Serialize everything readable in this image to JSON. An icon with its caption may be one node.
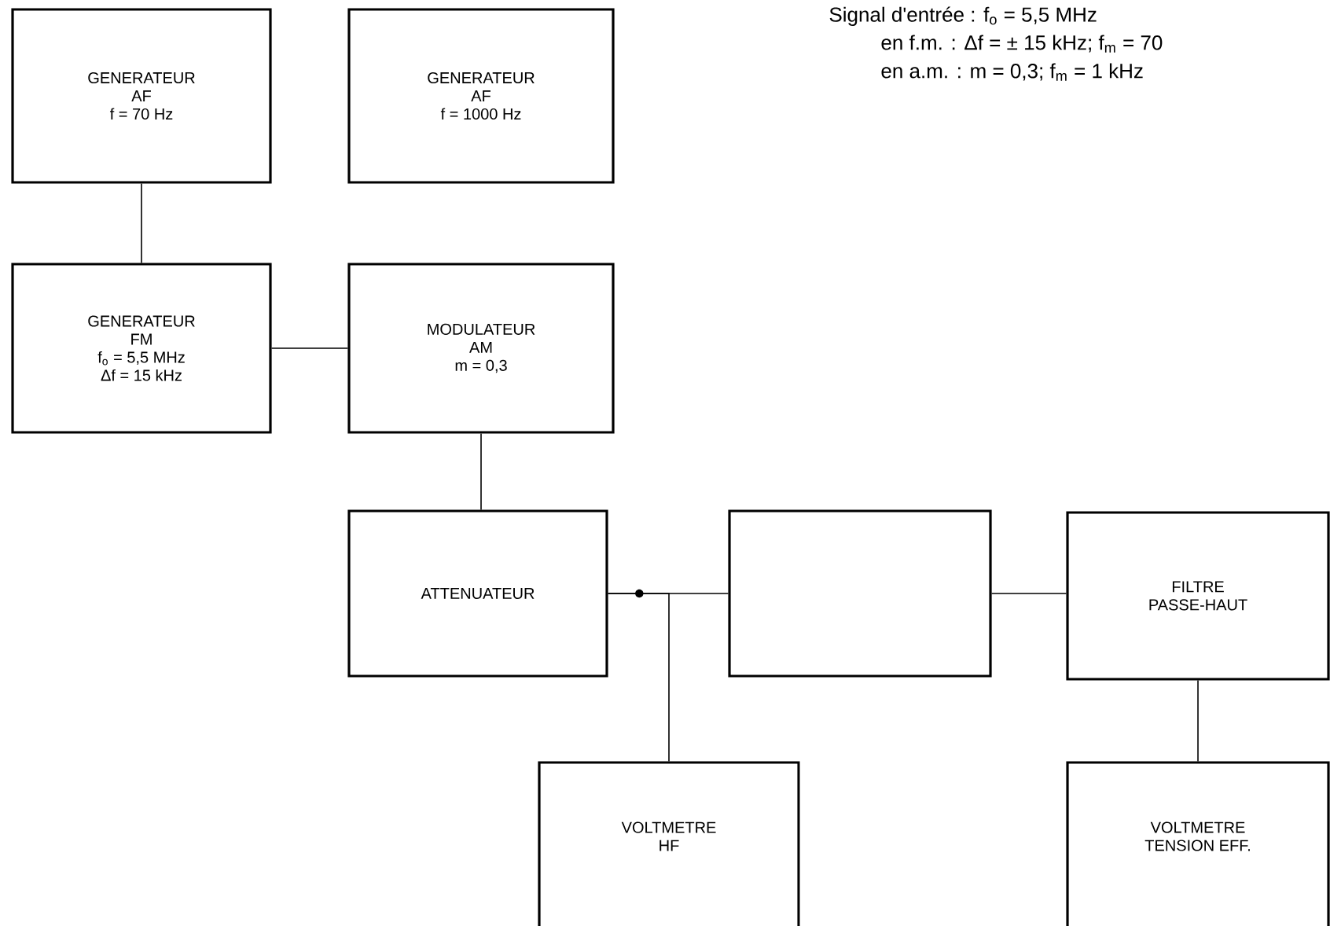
{
  "diagram": {
    "nodes": [
      {
        "text": [
          "GENERATEUR",
          "AF",
          "f = 70 Hz"
        ]
      },
      {
        "text": [
          "GENERATEUR",
          "AF",
          "f = 1000 Hz"
        ]
      },
      {
        "text": [
          "GENERATEUR",
          "FM",
          "f$_{o}$ = 5,5 MHz",
          "Δf = 15 kHz"
        ]
      },
      {
        "text": [
          "MODULATEUR",
          "AM",
          "m = 0,3"
        ]
      },
      {
        "text": [
          "ATTENUATEUR"
        ]
      },
      {
        "text": [],
        "shape": "box"
      },
      {
        "text": [
          "FILTRE",
          "PASSE-HAUT"
        ]
      },
      {
        "text": [
          "VOLTMETRE",
          "HF"
        ]
      },
      {
        "text": [
          "VOLTMETRE",
          "TENSION EFF."
        ]
      }
    ],
    "edges": [
      {
        "from": 0,
        "to": 2,
        "arrow": "none"
      },
      {
        "from": 2,
        "to": 3,
        "arrow": "none"
      },
      {
        "from": 3,
        "to": 4,
        "arrow": "none"
      },
      {
        "from": 4,
        "to": 5,
        "arrow": "none"
      },
      {
        "from": 4,
        "to": 7,
        "arrow": "none"
      },
      {
        "from": 5,
        "to": 6,
        "arrow": "none"
      },
      {
        "from": 6,
        "to": 8,
        "arrow": "none"
      }
    ],
    "labels": [
      "Signal d'entrée : f$_{o}$ = 5,5 MHz",
      "en f.m. : Δf = ± 15 kHz; f$_{m}$ = 70",
      "en a.m. : m = 0,3; f$_{m}$ = 1 kHz"
    ]
  }
}
